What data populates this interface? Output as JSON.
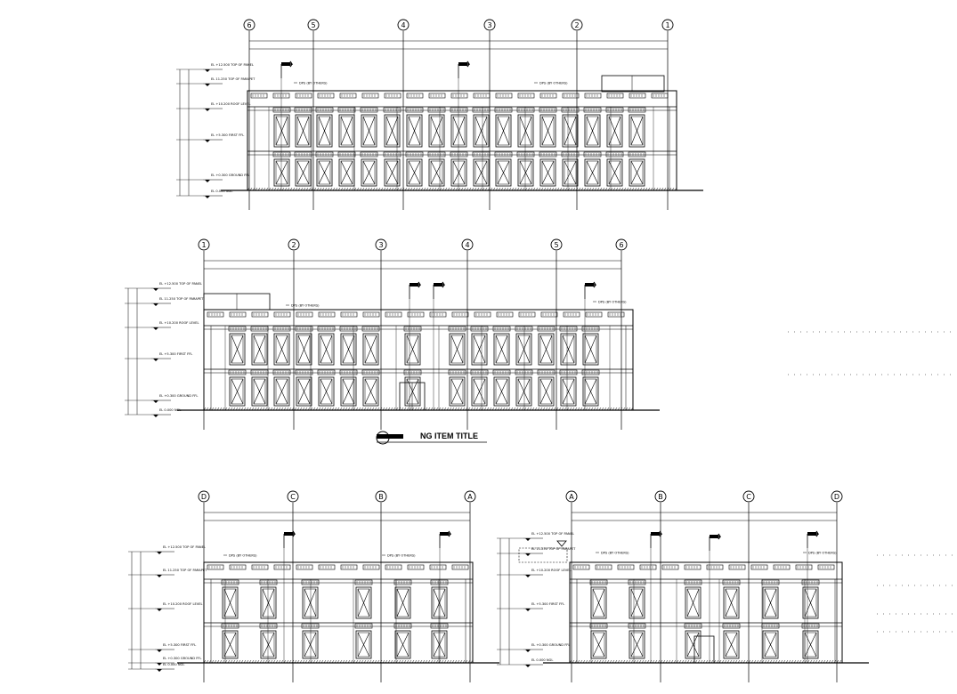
{
  "drawing": {
    "section_title": "NG ITEM TITLE",
    "elevation_labels": [
      "EL +12.500 TOP OF PANEL",
      "EL 11.250 TOP OF PARAPET",
      "EL +10.200 ROOF LEVEL",
      "EL +5.300 FIRST FFL",
      "EL +0.300 GROUND FFL",
      "EL 0.000 NGL"
    ],
    "callout_text": "DPS (BY OTHERS)",
    "grid_labels_num_rev": [
      "6",
      "5",
      "4",
      "3",
      "2",
      "1"
    ],
    "grid_labels_num": [
      "1",
      "2",
      "3",
      "4",
      "5",
      "6"
    ],
    "grid_labels_let_rev": [
      "D",
      "C",
      "B",
      "A"
    ],
    "grid_labels_let": [
      "A",
      "B",
      "C",
      "D"
    ]
  },
  "colors": {
    "line": "#000000",
    "background": "#ffffff",
    "hatch": "#555555"
  },
  "icons": [
    "north-arrow-icon",
    "grid-bubble-icon",
    "level-marker-icon",
    "window-cross-icon",
    "section-marker-icon"
  ]
}
